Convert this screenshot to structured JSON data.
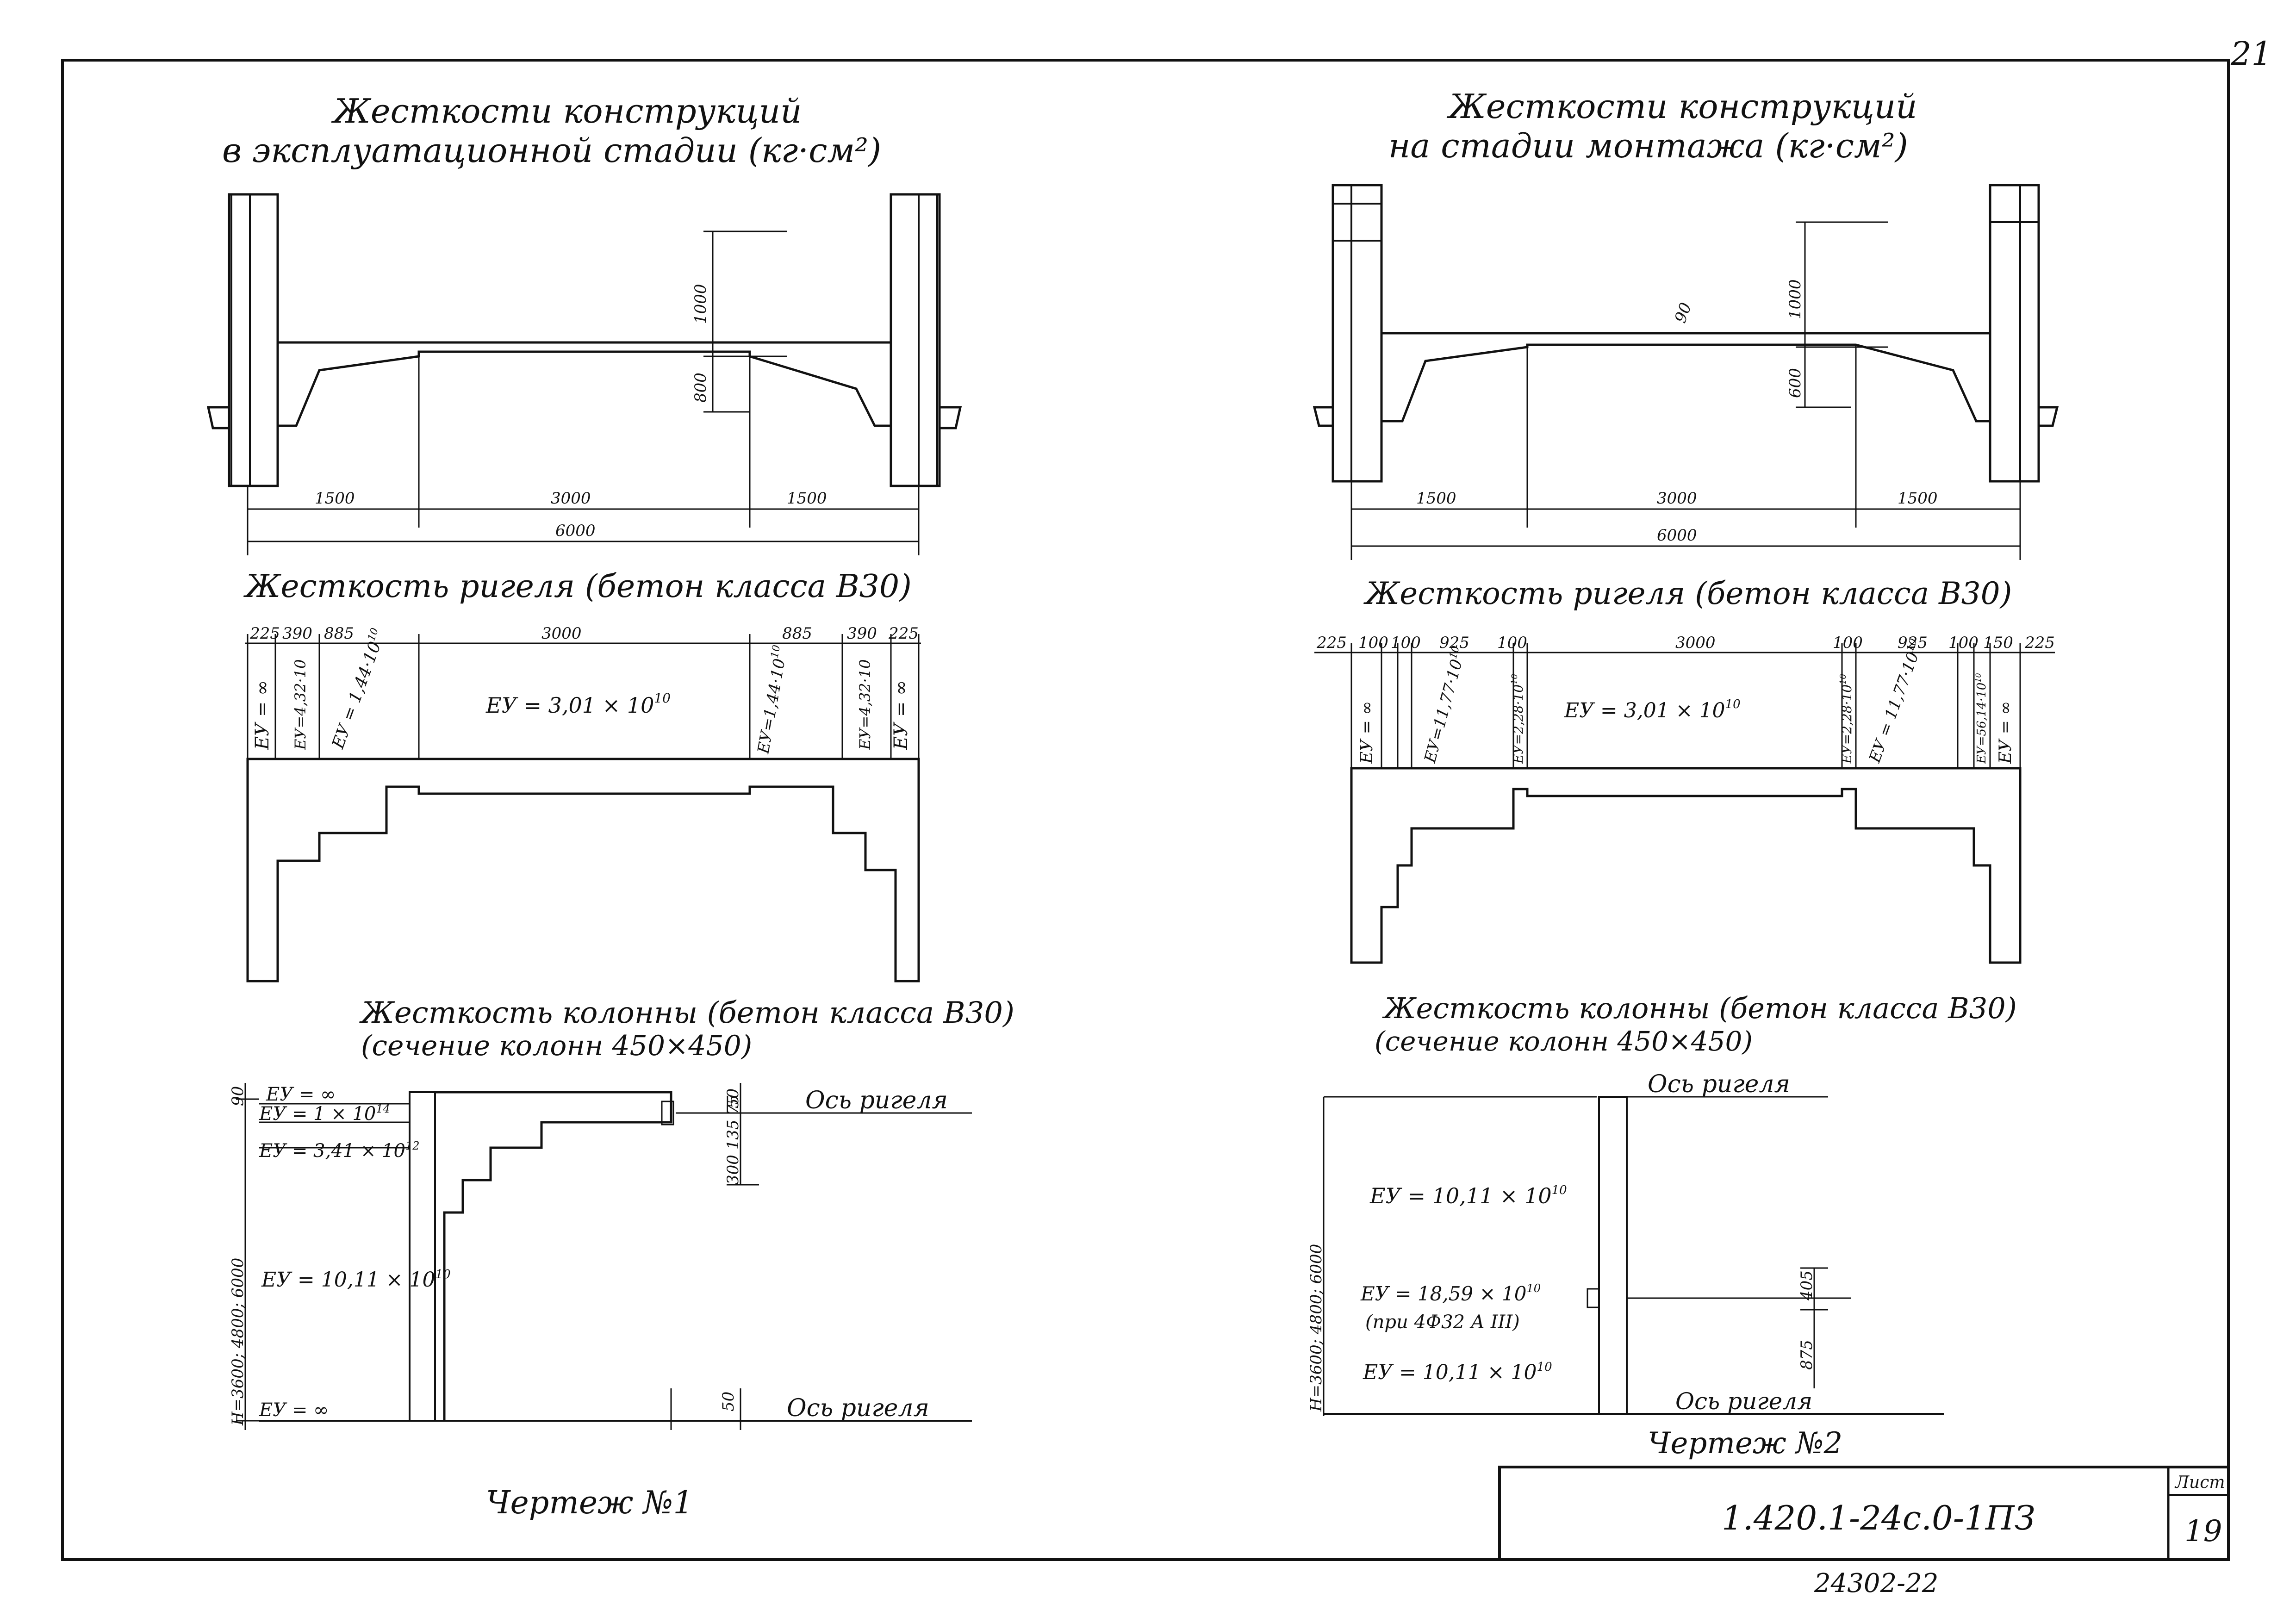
{
  "page_number": "21",
  "left": {
    "section_title_line1": "Жесткости конструкций",
    "section_title_line2": "в эксплуатационной стадии (кг·см²)",
    "dims_vertical": [
      "1000",
      "800"
    ],
    "dims_bottom": [
      "1500",
      "3000",
      "1500"
    ],
    "dims_total": "6000",
    "beam_title": "Жесткость ригеля (бетон класса В30)",
    "beam_top_dims": [
      "225",
      "390",
      "885",
      "3000",
      "885",
      "390",
      "225"
    ],
    "beam_labels": [
      "ЕУ = ∞",
      "ЕУ=4,32·10",
      "ЕУ = 1,44·10",
      "ЕУ = 3,01 × 10",
      "ЕУ=1,44·10",
      "ЕУ=4,32·10",
      "ЕУ = ∞"
    ],
    "beam_exponents": [
      "",
      "",
      "10",
      "10",
      "10",
      "",
      ""
    ],
    "col_title_line1": "Жесткость колонны (бетон класса В30)",
    "col_title_line2": "(сечение колонн 450×450)",
    "col_left_dim": "Н=3600; 4800; 6000",
    "col_top_dim": "90",
    "col_right_dims": [
      "50",
      "300 135 75"
    ],
    "col_bottom_dim": "50",
    "col_labels": [
      "ЕУ = ∞",
      "ЕУ = 1 × 10",
      "ЕУ = 3,41 × 10",
      "ЕУ = 10,11 × 10",
      "ЕУ = ∞"
    ],
    "col_exponents": [
      "",
      "14",
      "12",
      "10",
      ""
    ],
    "axis_top": "Ось ригеля",
    "axis_bottom": "Ось ригеля",
    "drawing_caption": "Чертеж №1"
  },
  "right": {
    "section_title_line1": "Жесткости конструкций",
    "section_title_line2": "на стадии монтажа (кг·см²)",
    "dims_vertical": [
      "1000",
      "600"
    ],
    "dim_small": "90",
    "dims_bottom": [
      "1500",
      "3000",
      "1500"
    ],
    "dims_total": "6000",
    "beam_title": "Жесткость ригеля (бетон класса В30)",
    "beam_top_dims": [
      "225",
      "100",
      "100",
      "925",
      "100",
      "3000",
      "100",
      "925",
      "100",
      "150",
      "225"
    ],
    "beam_labels": [
      "ЕУ = ∞",
      "ЕУ=11,77·10",
      "ЕУ=2,28·10",
      "ЕУ = 3,01 × 10",
      "ЕУ=2,28·10",
      "ЕУ = 11,77·10",
      "ЕУ=56,14·10",
      "ЕУ = ∞"
    ],
    "beam_exponents": [
      "",
      "10",
      "10",
      "10",
      "10",
      "10",
      "10",
      ""
    ],
    "col_title_line1": "Жесткость колонны (бетон класса В30)",
    "col_title_line2": "(сечение колонн 450×450)",
    "col_left_dim": "Н=3600; 4800; 6000",
    "col_right_dims": [
      "405",
      "875"
    ],
    "col_labels": [
      "ЕУ = 10,11 × 10",
      "ЕУ = 18,59 × 10",
      "(при 4Ф32 А III)",
      "ЕУ = 10,11 × 10"
    ],
    "col_exponents": [
      "10",
      "10",
      "",
      "10"
    ],
    "axis_top": "Ось ригеля",
    "axis_bottom": "Ось ригеля",
    "drawing_caption": "Чертеж №2"
  },
  "title_block": {
    "code": "1.420.1-24с.0-1ПЗ",
    "sheet_label": "Лист",
    "sheet_number": "19"
  },
  "footer_number": "24302-22"
}
